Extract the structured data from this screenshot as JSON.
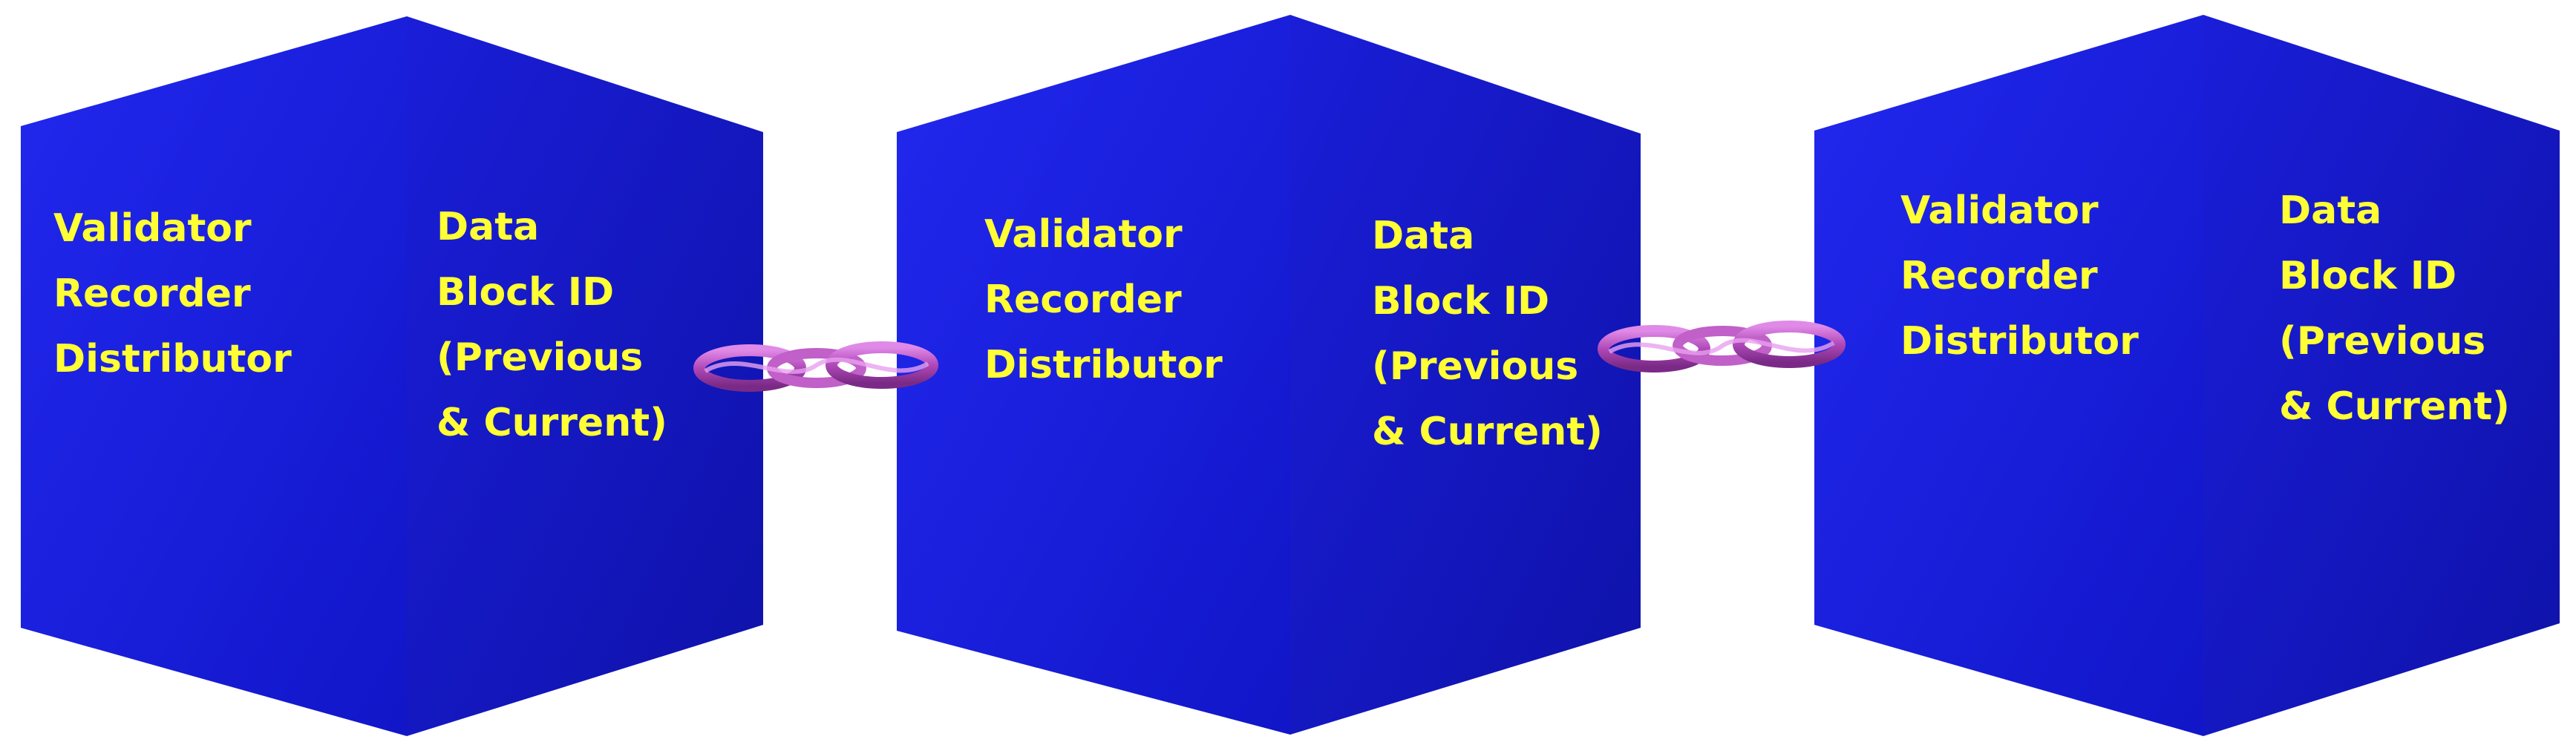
{
  "colors": {
    "cube_front": "#1a1fe0",
    "cube_side": "#1414b4",
    "cube_top": "#2a30ee",
    "text": "#ffff33",
    "chain": "#b048b8",
    "background": "#ffffff"
  },
  "icons": {
    "chain": "chain-link-icon",
    "block": "cube-block-icon"
  },
  "blocks": [
    {
      "left_labels": [
        "Validator",
        "Recorder",
        "Distributor"
      ],
      "right_labels": [
        "Data",
        "Block ID",
        "(Previous",
        "& Current)"
      ]
    },
    {
      "left_labels": [
        "Validator",
        "Recorder",
        "Distributor"
      ],
      "right_labels": [
        "Data",
        "Block ID",
        "(Previous",
        "& Current)"
      ]
    },
    {
      "left_labels": [
        "Validator",
        "Recorder",
        "Distributor"
      ],
      "right_labels": [
        "Data",
        "Block ID",
        "(Previous",
        "& Current)"
      ]
    }
  ]
}
